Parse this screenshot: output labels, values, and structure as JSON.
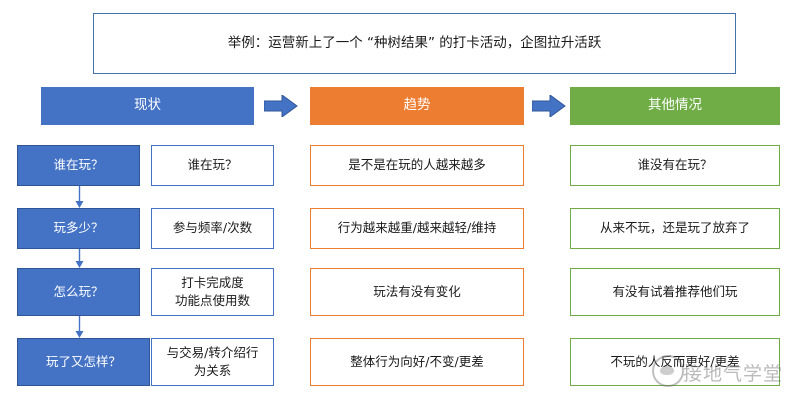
{
  "title_banner": {
    "text": "举例：运营新上了一个 “种树结果” 的打卡活动，企图拉升活跃"
  },
  "headers": {
    "now": "现状",
    "trend": "趋势",
    "other": "其他情况"
  },
  "colors": {
    "blue": "#4472c4",
    "blue_border": "#2f5597",
    "orange": "#ed7d31",
    "green": "#70ad47",
    "arrow_blue": "#4472c4",
    "title_border": "#4472a8"
  },
  "questions": [
    {
      "label": "谁在玩？"
    },
    {
      "label": "玩多少？"
    },
    {
      "label": "怎么玩？"
    },
    {
      "label": "玩了又怎样？"
    }
  ],
  "column_now": [
    {
      "line1": "谁在玩？",
      "line2": ""
    },
    {
      "line1": "参与频率/次数",
      "line2": ""
    },
    {
      "line1": "打卡完成度",
      "line2": "功能点使用数"
    },
    {
      "line1": "与交易/转介绍行",
      "line2": "为关系"
    }
  ],
  "column_trend": [
    {
      "line1": "是不是在玩的人越来越多",
      "line2": ""
    },
    {
      "line1": "行为越来越重/越来越轻/维持",
      "line2": ""
    },
    {
      "line1": "玩法有没有变化",
      "line2": ""
    },
    {
      "line1": "整体行为向好/不变/更差",
      "line2": ""
    }
  ],
  "column_other": [
    {
      "line1": "谁没有在玩？",
      "line2": ""
    },
    {
      "line1": "从来不玩，还是玩了放弃了",
      "line2": ""
    },
    {
      "line1": "有没有试着推荐他们玩",
      "line2": ""
    },
    {
      "line1": "不玩的人反而更好/更差",
      "line2": ""
    }
  ],
  "watermark": {
    "text": "接地气学堂"
  },
  "icons": {
    "arrow_right": "right-block-arrow",
    "arrow_down": "down-connector-arrow"
  }
}
